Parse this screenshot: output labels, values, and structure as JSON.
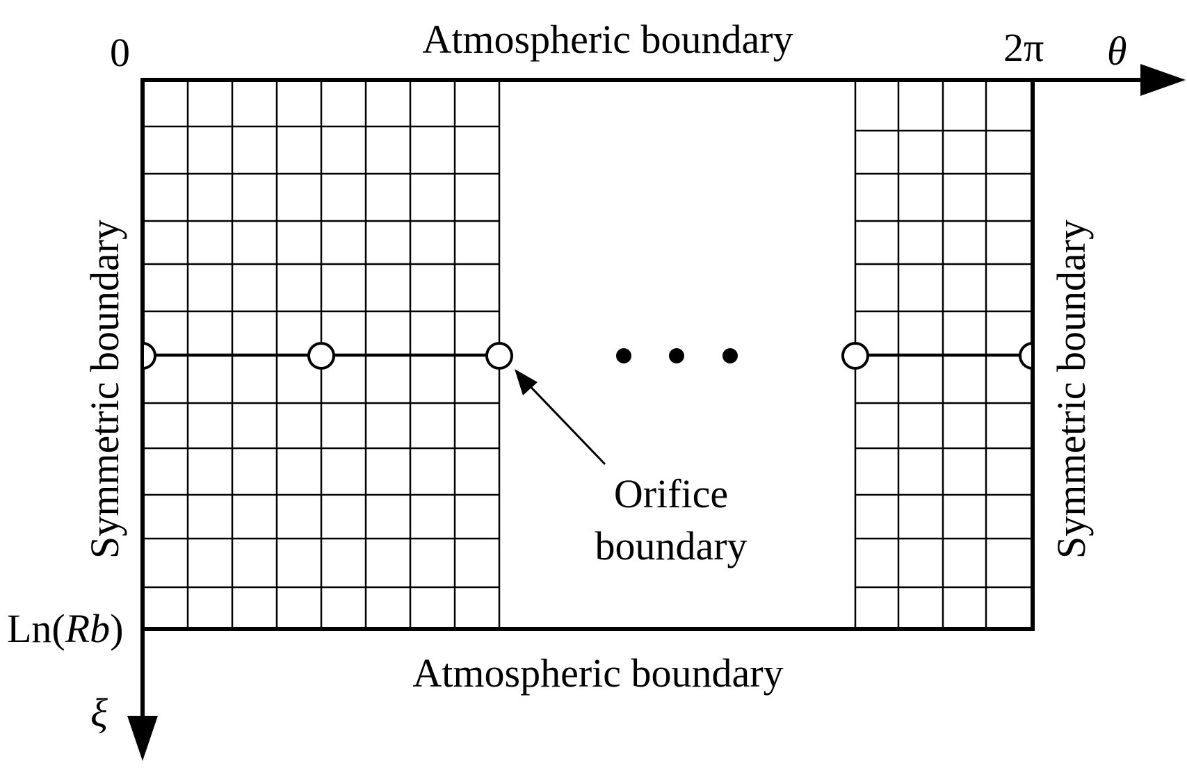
{
  "diagram": {
    "axes": {
      "theta_origin_label": "0",
      "theta_end_label": "2π",
      "theta_axis_label": "θ",
      "xi_axis_label": "ξ",
      "xi_end_label_prefix": "Ln(",
      "xi_end_label_var": "Rb",
      "xi_end_label_suffix": ")"
    },
    "boundaries": {
      "top": "Atmospheric boundary",
      "bottom": "Atmospheric boundary",
      "left": "Symmetric boundary",
      "right": "Symmetric boundary"
    },
    "orifice_label": {
      "line1": "Orifice",
      "line2": "boundary"
    },
    "colors": {
      "ink": "#000000",
      "background": "#ffffff"
    }
  }
}
